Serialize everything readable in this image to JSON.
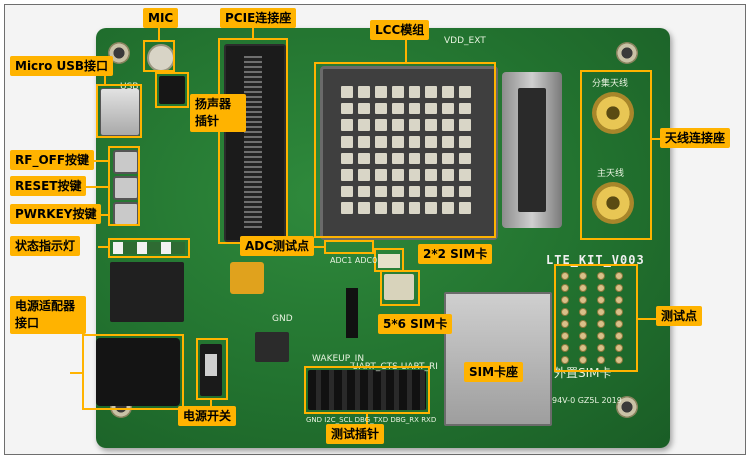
{
  "annotations": {
    "mic": "MIC",
    "pcie": "PCIE连接座",
    "lcc": "LCC模组",
    "micro_usb": "Micro USB接口",
    "speaker": "扬声器\n插针",
    "rf_off": "RF_OFF按键",
    "reset": "RESET按键",
    "pwrkey": "PWRKEY按键",
    "status_led": "状态指示灯",
    "adc": "ADC测试点",
    "sim22": "2*2 SIM卡",
    "sim56": "5*6 SIM卡",
    "antenna": "天线连接座",
    "testpoints": "测试点",
    "power_adapter": "电源适配器\n接口",
    "sim_socket": "SIM卡座",
    "power_switch": "电源开关",
    "test_pins": "测试插针"
  },
  "silkscreen": {
    "board_name": "LTE_KIT_V003",
    "div_antenna": "分集天线",
    "main_antenna": "主天线",
    "ext_sim": "外置SIM卡",
    "usb": "USB",
    "gnd": "GND",
    "adc_pads": "ADC1 ADC0",
    "wakeup": "WAKEUP_IN",
    "uart_pins": "UART_CTS  UART_RI",
    "pin_row": "GND  I2C_SCL  DBG_TXD  DBG_RX  RXD",
    "vdd": "VDD_EXT",
    "date_code": "94V-0 GZ5L 2019"
  },
  "colors": {
    "label_bg": "#ffb300",
    "pcb": "#22722f"
  }
}
